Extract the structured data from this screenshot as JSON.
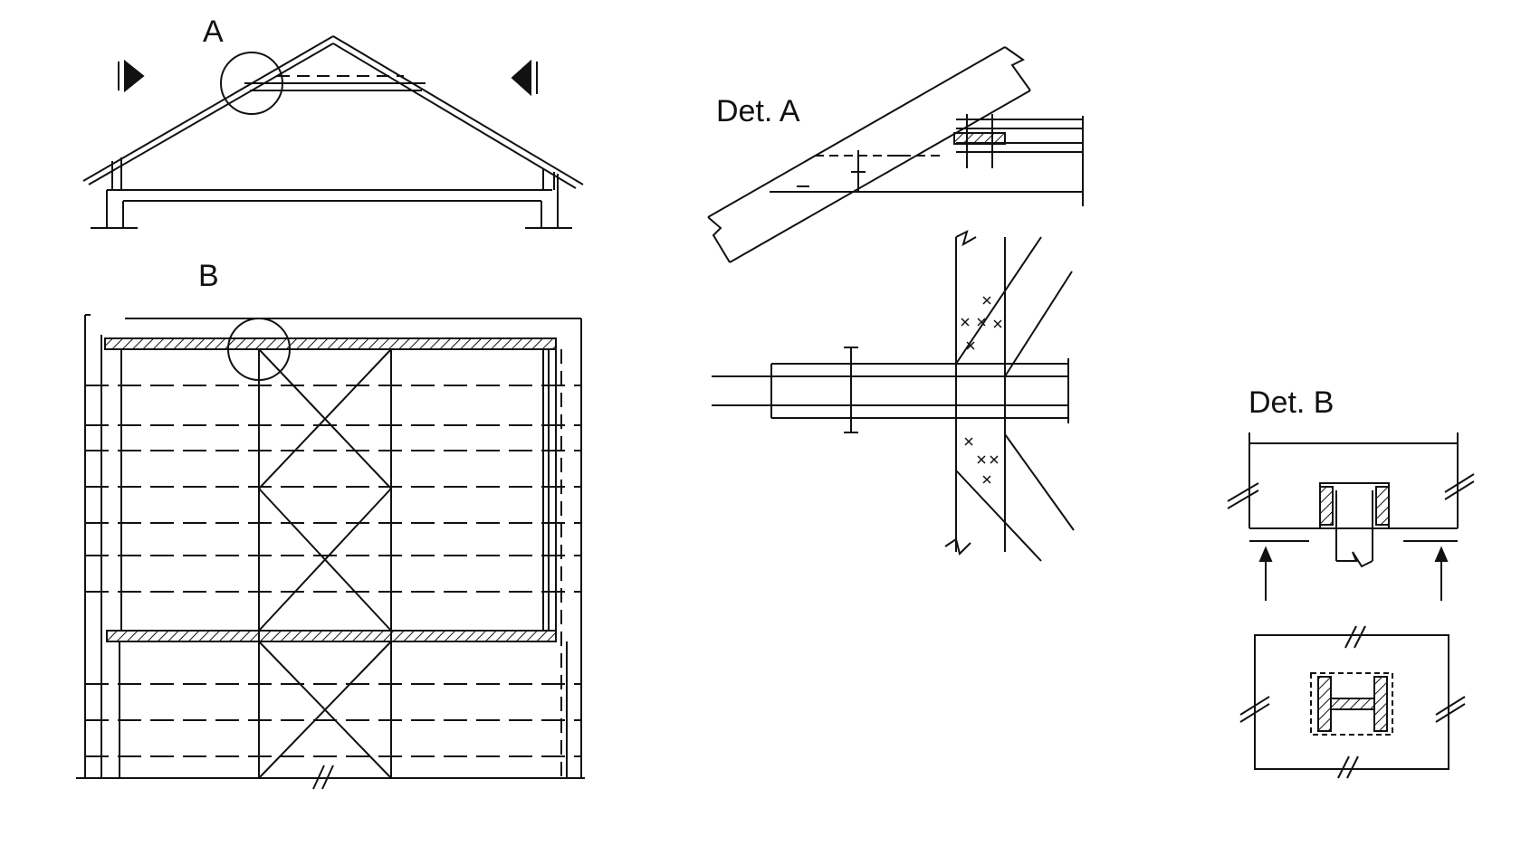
{
  "labels": {
    "section_a": "A",
    "section_b": "B",
    "detail_a": "Det. A",
    "detail_b": "Det. B"
  },
  "colors": {
    "ink": "#111111",
    "background": "#ffffff"
  }
}
